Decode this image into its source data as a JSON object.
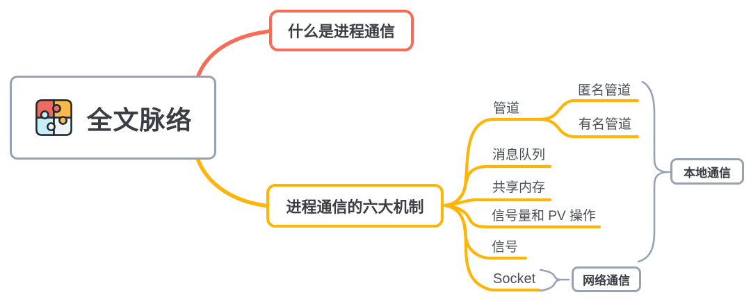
{
  "root": {
    "label": "全文脉络",
    "icon": "puzzle-icon"
  },
  "branches": [
    {
      "label": "什么是进程通信",
      "color": "#f96b57"
    },
    {
      "label": "进程通信的六大机制",
      "color": "#ffb508",
      "children": [
        {
          "label": "管道",
          "children": [
            {
              "label": "匿名管道"
            },
            {
              "label": "有名管道"
            }
          ]
        },
        {
          "label": "消息队列"
        },
        {
          "label": "共享内存"
        },
        {
          "label": "信号量和 PV 操作"
        },
        {
          "label": "信号"
        },
        {
          "label": "Socket"
        }
      ]
    }
  ],
  "summaries": [
    {
      "label": "本地通信",
      "color": "#97a1b4"
    },
    {
      "label": "网络通信",
      "color": "#97a1b4"
    }
  ],
  "colors": {
    "branch_red": "#f96b57",
    "branch_yellow": "#ffb508",
    "outline_gray": "#97a1b4",
    "text_dark": "#3a3e43",
    "text_child": "#4b4f55",
    "icon_red": "#ee6b62",
    "icon_orange": "#f8ba4b",
    "icon_cyan": "#c7eef6",
    "icon_pale": "#edf6f5",
    "background": "#ffffff"
  }
}
